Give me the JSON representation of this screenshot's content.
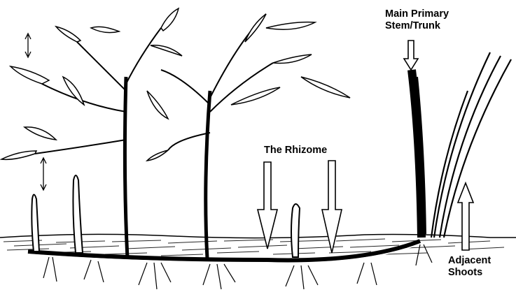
{
  "labels": {
    "main_stem_line1": "Main Primary",
    "main_stem_line2": "Stem/Trunk",
    "rhizome": "The Rhizome",
    "adjacent_line1": "Adjacent",
    "adjacent_line2": "Shoots"
  },
  "colors": {
    "ink": "#000000",
    "background": "#ffffff"
  }
}
